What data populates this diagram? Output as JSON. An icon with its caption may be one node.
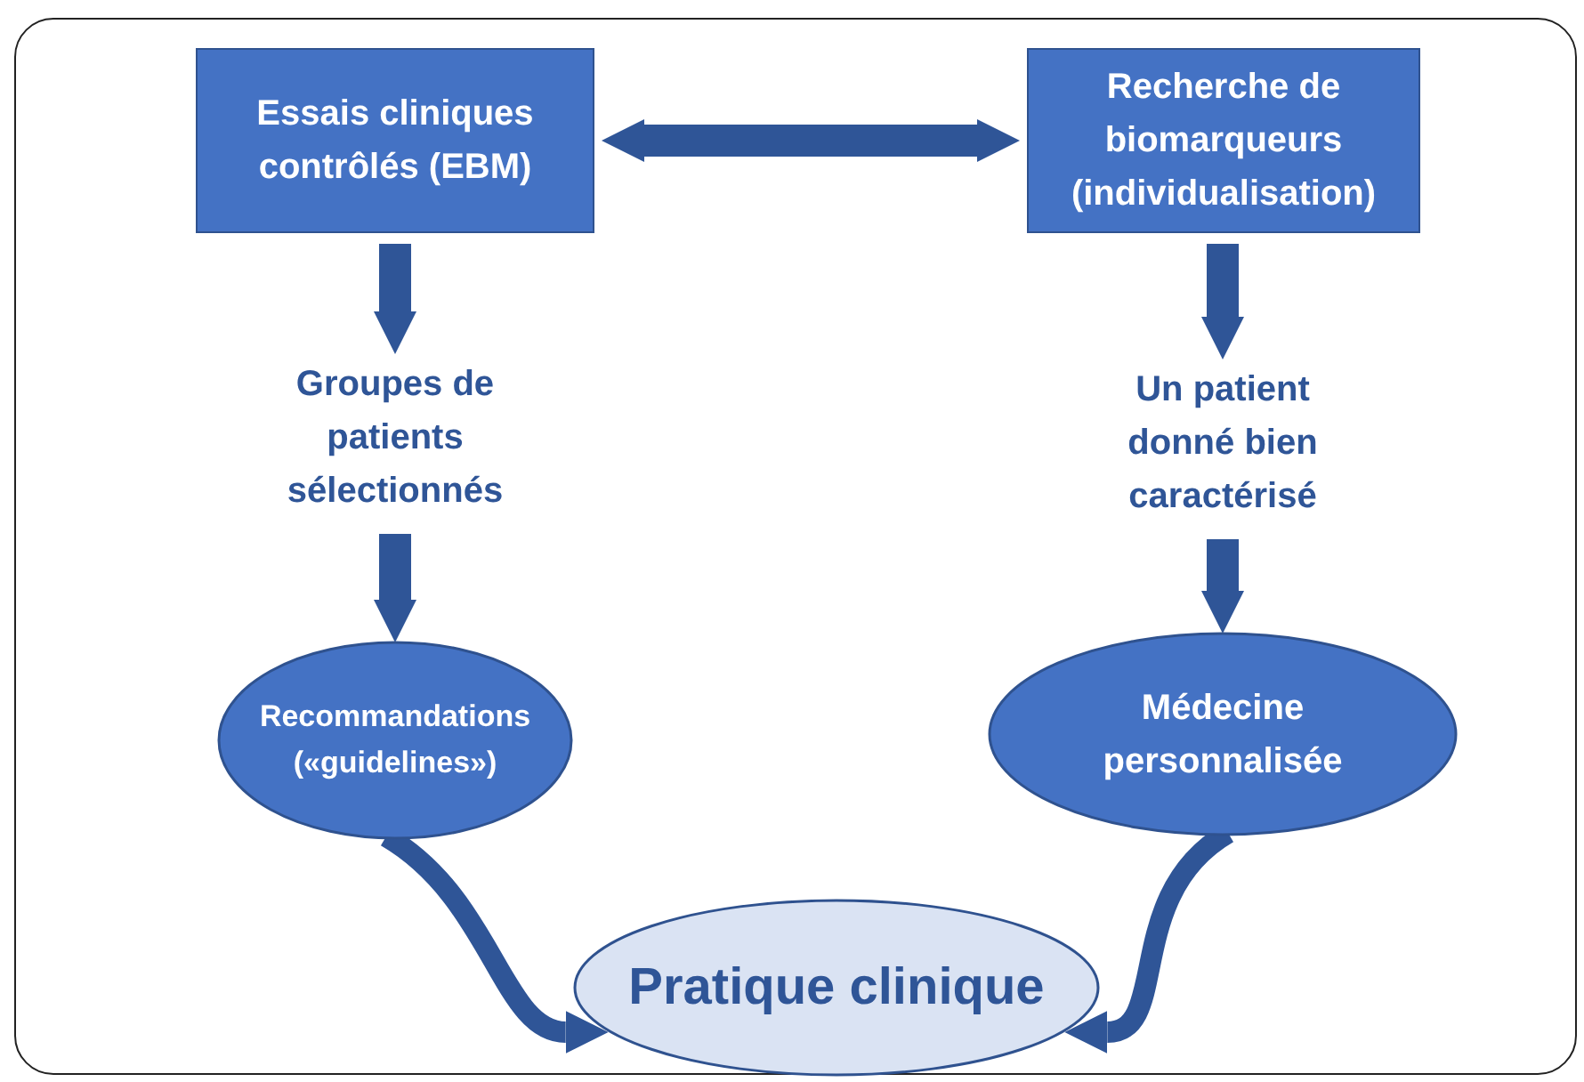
{
  "diagram": {
    "nodes": [
      {
        "text": [
          "Essais cliniques contrôlés (EBM)"
        ]
      },
      {
        "text": [
          "Recherche de biomarqueurs (individualisation)"
        ]
      },
      {
        "text": [
          "Groupes de patients sélectionnés"
        ]
      },
      {
        "text": [
          "Un patient donné bien caractérisé"
        ]
      },
      {
        "text": [
          "Recommandations («guidelines»)"
        ]
      },
      {
        "text": [
          "Médecine personnalisée"
        ]
      },
      {
        "text": [
          "Pratique clinique"
        ]
      }
    ],
    "edges": [
      {
        "from": 0,
        "to": 1,
        "arrow": "both"
      },
      {
        "from": 0,
        "to": 2,
        "arrow": "to"
      },
      {
        "from": 2,
        "to": 4,
        "arrow": "to"
      },
      {
        "from": 1,
        "to": 3,
        "arrow": "to"
      },
      {
        "from": 3,
        "to": 5,
        "arrow": "to"
      },
      {
        "from": 4,
        "to": 6,
        "arrow": "to"
      },
      {
        "from": 5,
        "to": 6,
        "arrow": "to"
      }
    ]
  }
}
